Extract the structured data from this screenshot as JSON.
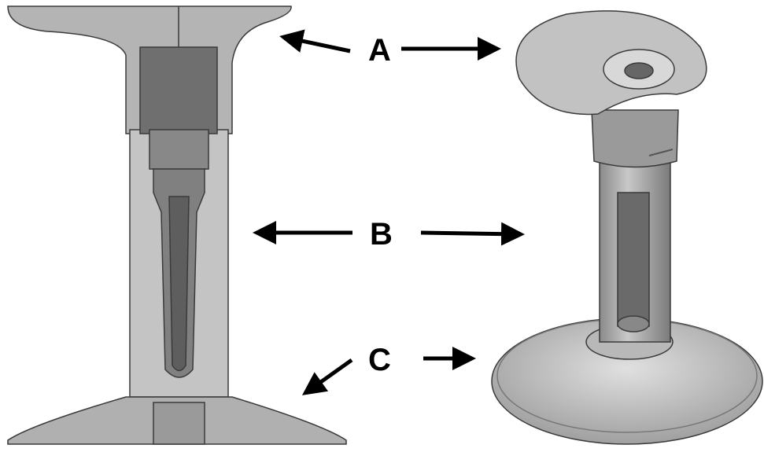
{
  "labels": {
    "a": "A",
    "b": "B",
    "c": "C"
  },
  "colors": {
    "body": "#a9a9a9",
    "light": "#d0d0d0",
    "dark": "#6f6f6f",
    "outline": "#3a3a3a",
    "arrow": "#000000"
  }
}
